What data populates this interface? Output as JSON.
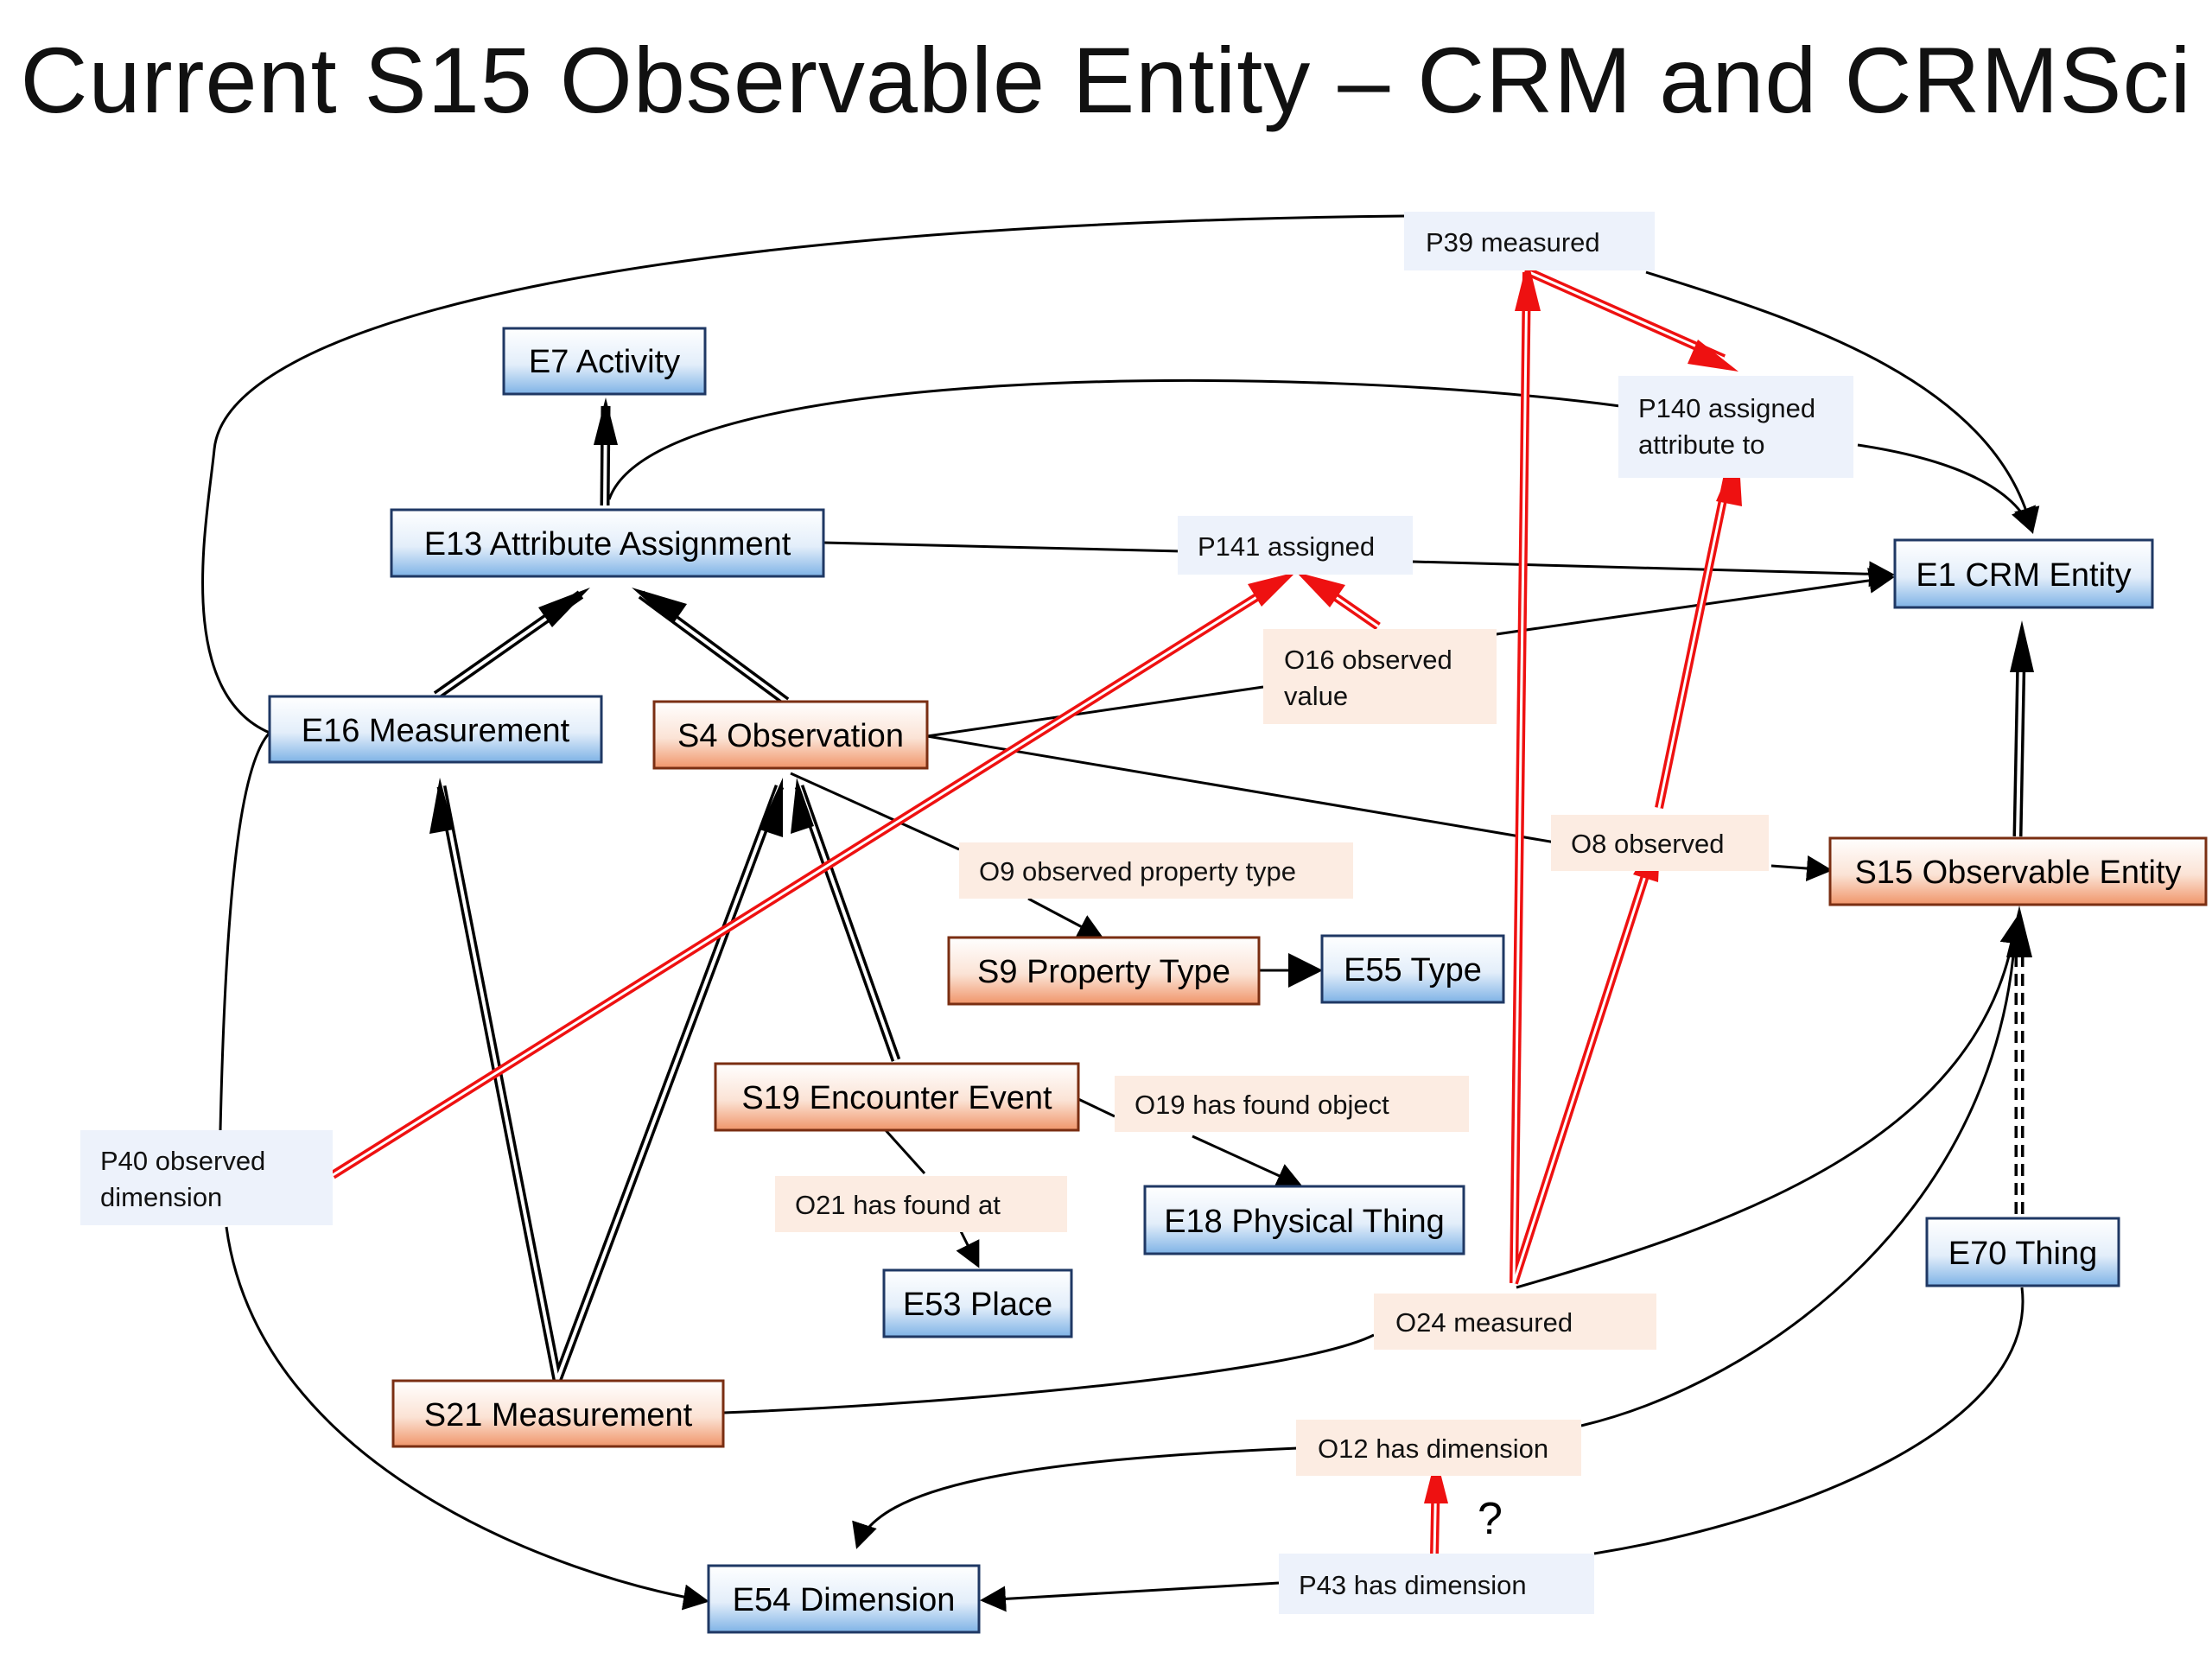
{
  "title": "Current S15 Observable Entity – CRM and CRMSci",
  "colors": {
    "crm_class_fill_top": "#ffffff",
    "crm_class_fill_bottom": "#7fb3e6",
    "sci_class_fill_top": "#ffffff",
    "sci_class_fill_bottom": "#f0956a",
    "crm_property_bg": "#edf2fb",
    "sci_property_bg": "#fcece2",
    "highlight_arrow": "#ee1111",
    "arrow": "#000000"
  },
  "classes": {
    "e7": "E7 Activity",
    "e13": "E13 Attribute Assignment",
    "e16": "E16 Measurement",
    "s4": "S4 Observation",
    "e1": "E1 CRM Entity",
    "s15": "S15 Observable Entity",
    "s9": "S9 Property Type",
    "e55": "E55 Type",
    "s19": "S19 Encounter Event",
    "e18": "E18 Physical Thing",
    "e53": "E53 Place",
    "e70": "E70 Thing",
    "s21": "S21 Measurement",
    "e54": "E54 Dimension"
  },
  "properties": {
    "p39": [
      "P39 measured"
    ],
    "p140": [
      "P140 assigned",
      "attribute to"
    ],
    "p141": [
      "P141 assigned"
    ],
    "o16": [
      "O16 observed",
      "value"
    ],
    "o8": [
      "O8 observed"
    ],
    "o9": [
      "O9 observed property type"
    ],
    "o19": [
      "O19 has found object"
    ],
    "o21": [
      "O21 has found at"
    ],
    "p40": [
      "P40 observed",
      "dimension"
    ],
    "o24": [
      "O24 measured"
    ],
    "o12": [
      "O12 has dimension"
    ],
    "p43": [
      "P43 has dimension"
    ]
  },
  "annotation": "?"
}
